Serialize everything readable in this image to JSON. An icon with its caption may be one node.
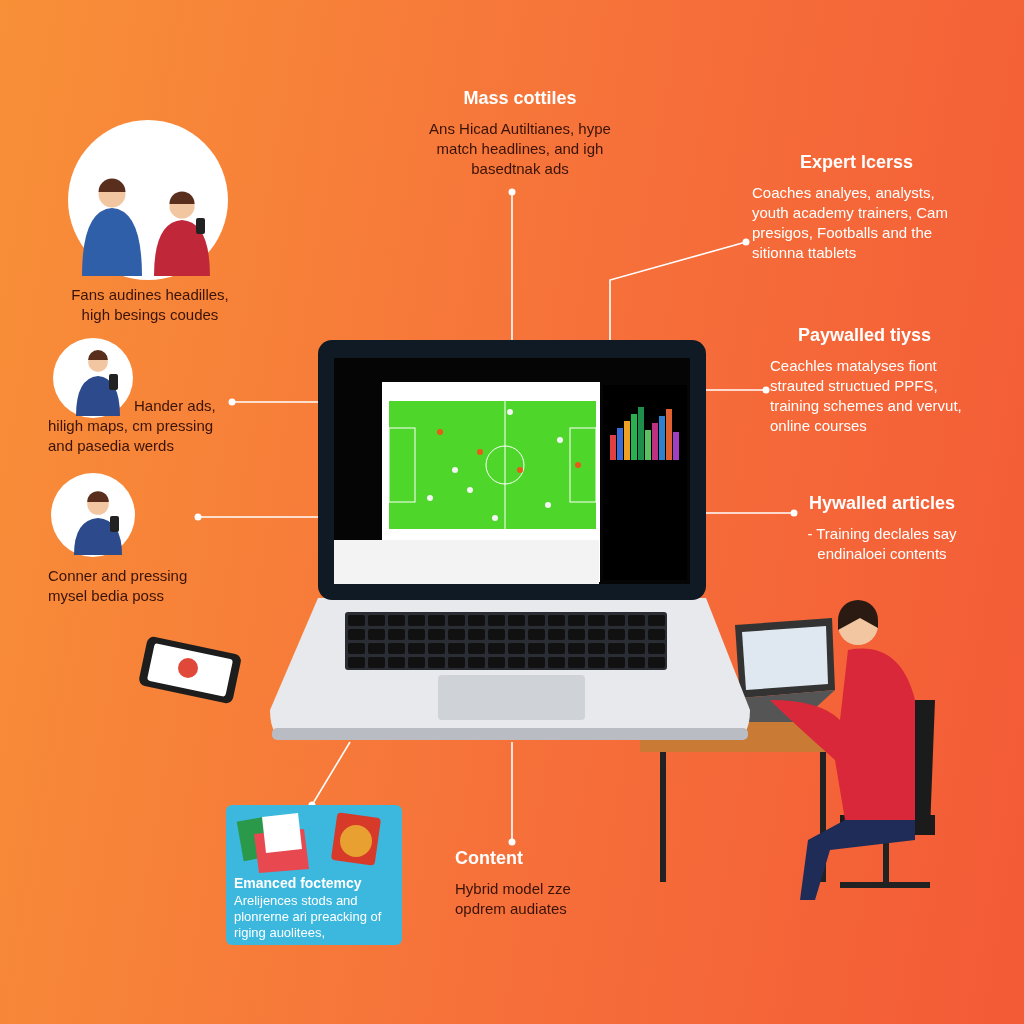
{
  "diagram": {
    "nodes": [
      {
        "text": [
          "Mass cottiles",
          "Ans Hicad Autiltianes, hype match headlines, and igh basedtnak ads"
        ]
      },
      {
        "text": [
          "Expert lcerss",
          "Coaches analyes, analysts, youth academy trainers, Cam presigos, Footballs and the sitionna ttablets"
        ]
      },
      {
        "text": [
          "Hander ads, hiligh maps, cm pressing and pasedia werds"
        ]
      },
      {
        "text": [
          "Paywalled tiyss",
          "Ceachles matalyses fiont strauted structued PPFS, training schemes and vervut, online courses"
        ]
      },
      {
        "text": [],
        "shape": "picture"
      },
      {
        "text": [
          "Conner and pressing mysel bedia poss"
        ]
      },
      {
        "text": [
          "Hywalled articles",
          "- Training declales say endinaloei contents"
        ]
      },
      {
        "text": [
          "Emanced foctemcy",
          "Arelijences stods and plonrerne ari preacking of riging auolitees,"
        ]
      },
      {
        "text": [
          "Content",
          "Hybrid model zze opdrem audiates"
        ]
      }
    ],
    "edges": [
      {
        "from": 0,
        "to": 4,
        "arrow": "other"
      },
      {
        "from": 1,
        "to": 4,
        "arrow": "other"
      },
      {
        "from": 2,
        "to": 4,
        "arrow": "other"
      },
      {
        "from": 3,
        "to": 4,
        "arrow": "other"
      },
      {
        "from": 5,
        "to": 4,
        "arrow": "other"
      },
      {
        "from": 6,
        "to": 4,
        "arrow": "other"
      },
      {
        "from": 7,
        "to": 4,
        "arrow": "other"
      },
      {
        "from": 8,
        "to": 4,
        "arrow": "other"
      }
    ],
    "labels": [
      "Fans audines headilles, high besings coudes"
    ]
  }
}
